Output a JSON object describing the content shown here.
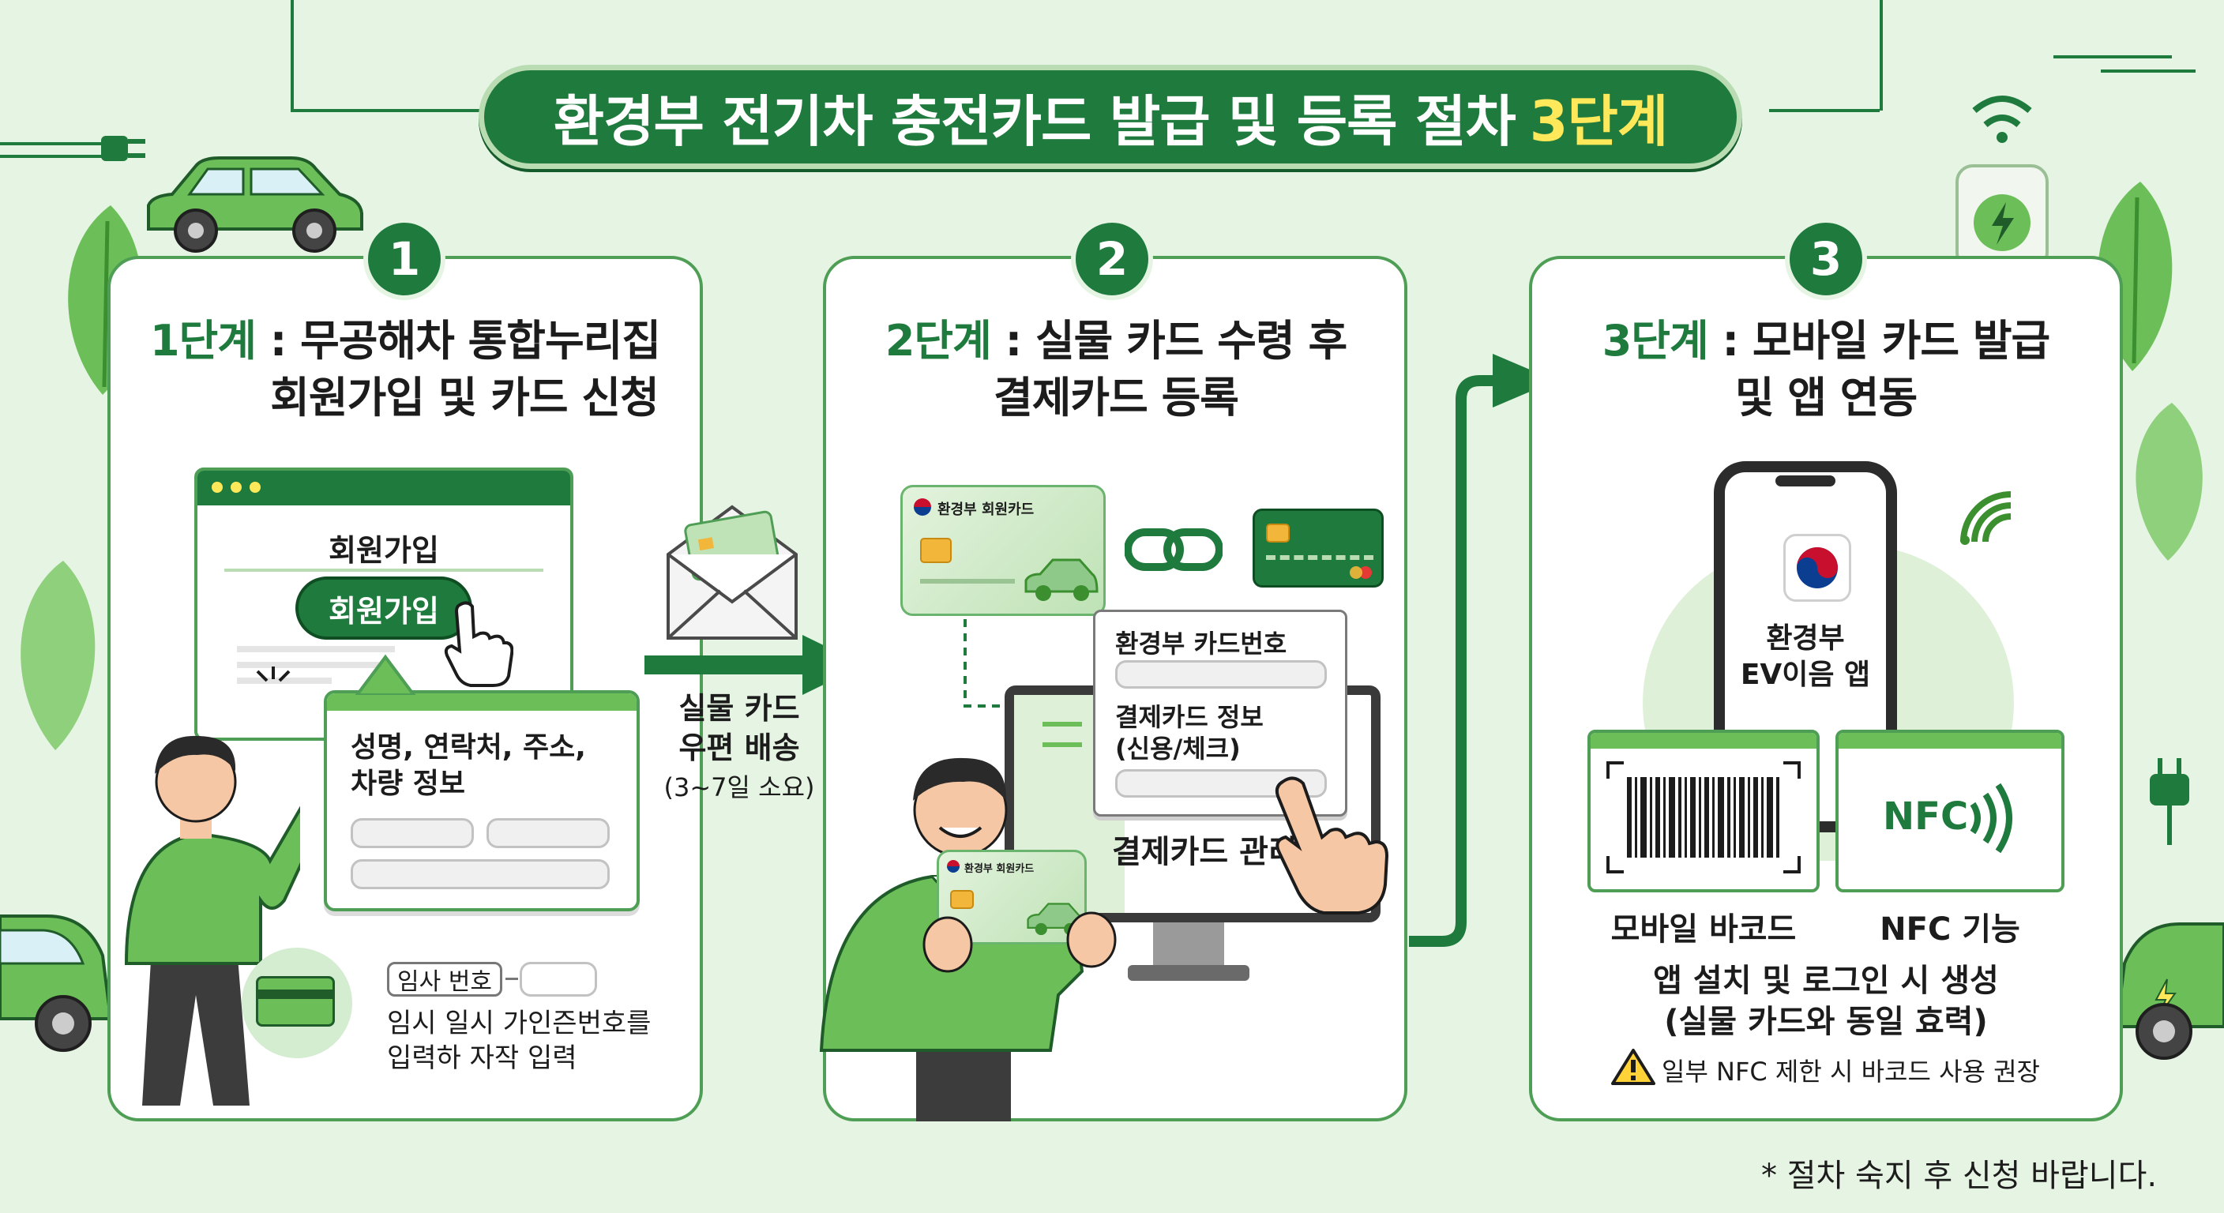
{
  "title": {
    "main": "환경부 전기차 충전카드 발급 및 등록 절차",
    "highlight": "3단계"
  },
  "steps": [
    {
      "number": "1",
      "title_prefix": "1단계",
      "title_rest_line1": ": 무공해차 통합누리집",
      "title_line2": "회원가입 및 카드 신청",
      "window_title": "회원가입",
      "signup_button": "회원가입",
      "info_text_line1": "성명, 연락처, 주소,",
      "info_text_line2": "차량 정보",
      "temp_label": "임사 번호",
      "temp_text_line1": "임시 일시 가인즌번호를",
      "temp_text_line2": "입력하 자작 입력"
    },
    {
      "number": "2",
      "title_prefix": "2단계",
      "title_rest_line1": ": 실물 카드 수령 후",
      "title_line2": "결제카드 등록",
      "card_label": "환경부 회원카드",
      "form_label_1": "환경부 카드번호",
      "form_label_2_line1": "결제카드 정보",
      "form_label_2_line2": "(신용/체크)",
      "monitor_label": "결제카드 관리"
    },
    {
      "number": "3",
      "title_prefix": "3단계",
      "title_rest_line1": ": 모바일 카드 발급",
      "title_line2": "및 앱 연동",
      "app_name_line1": "환경부",
      "app_name_line2": "EV이음 앱",
      "nfc_logo": "NFC",
      "barcode_label": "모바일 바코드",
      "nfc_label": "NFC 기능",
      "desc_line1": "앱 설치 및 로그인 시 생성",
      "desc_line2": "(실물 카드와 동일 효력)",
      "warning": "일부 NFC 제한 시 바코드 사용 권장"
    }
  ],
  "delivery": {
    "line1": "실물 카드",
    "line2": "우편 배송",
    "line3": "(3~7일 소요)"
  },
  "footnote": "* 절차 숙지 후 신청 바랍니다.",
  "colors": {
    "primary": "#1f7a3d",
    "light": "#e6f4e3",
    "accent": "#ffe95a",
    "panel_border": "#4e9e55"
  }
}
